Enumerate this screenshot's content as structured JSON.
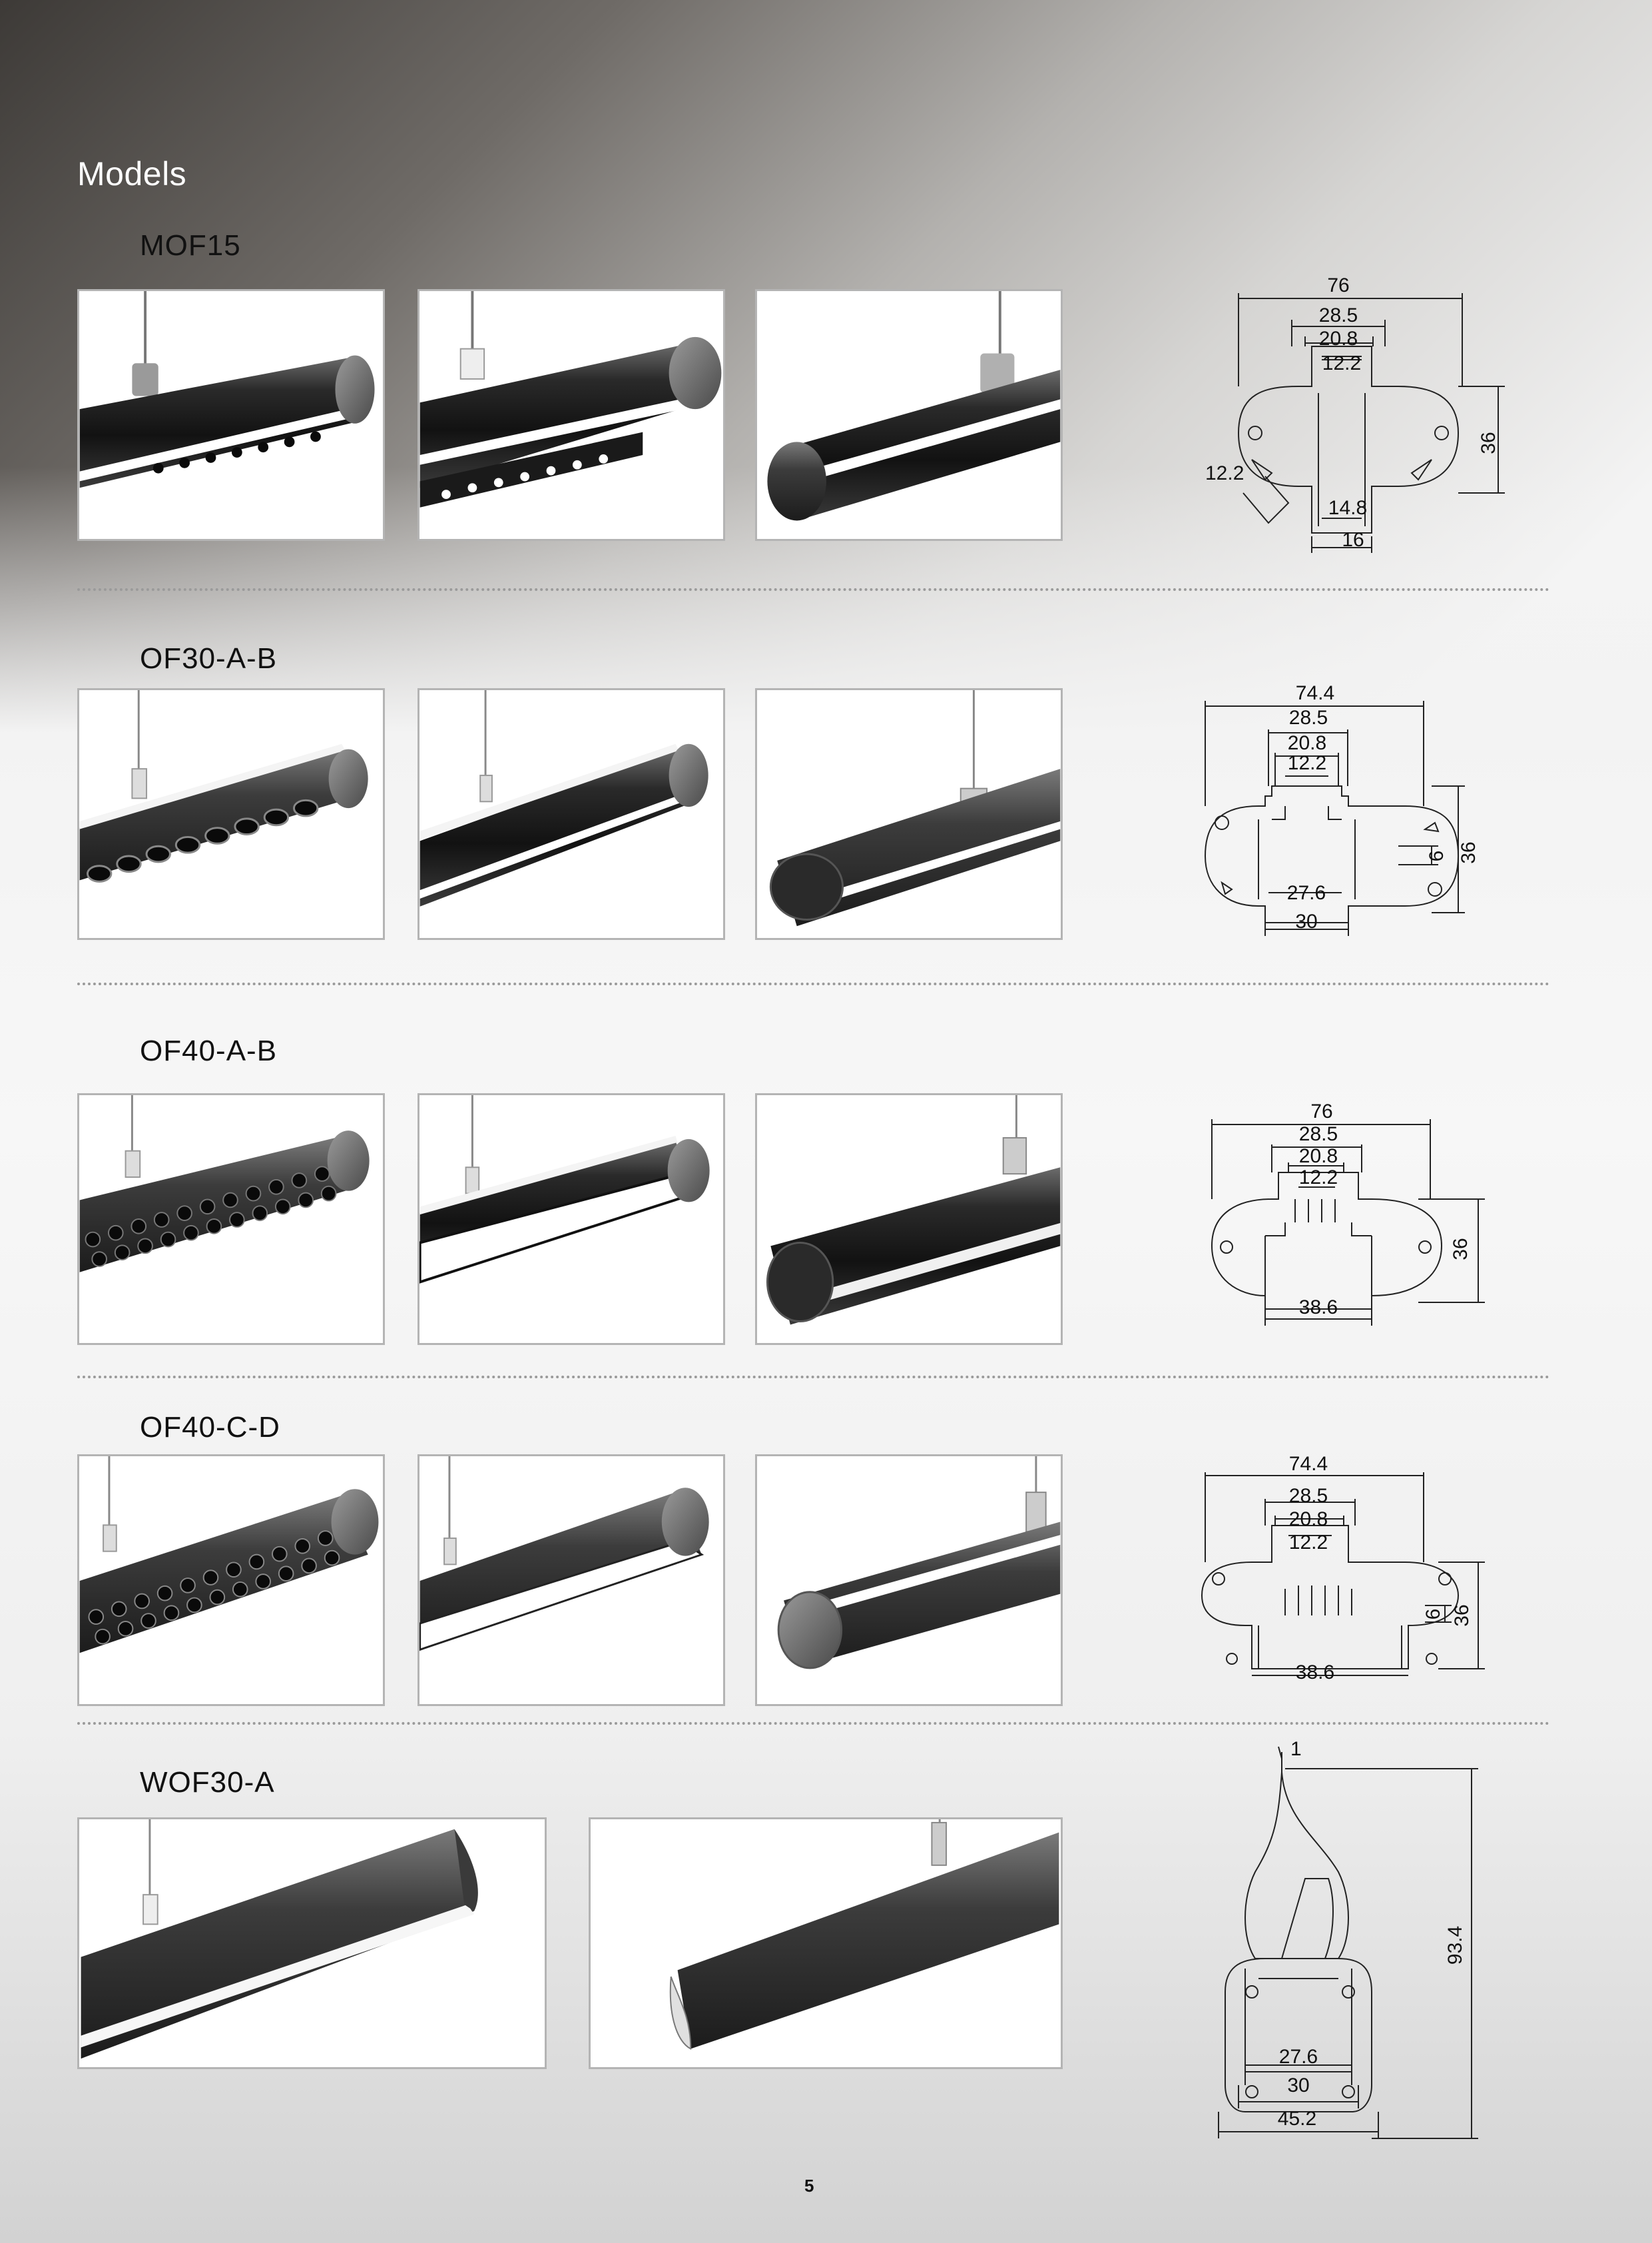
{
  "page": {
    "heading": "Models",
    "page_number": "5"
  },
  "models": [
    {
      "name": "MOF15",
      "images": [
        "mof15-spot-view",
        "mof15-underside-view",
        "mof15-end-view"
      ],
      "dims": {
        "width": "76",
        "d1": "28.5",
        "d2": "20.8",
        "d3": "12.2",
        "height": "36",
        "side": "12.2",
        "bottom_inner": "14.8",
        "bottom": "16"
      }
    },
    {
      "name": "OF30-A-B",
      "images": [
        "of30-spot-view",
        "of30-diffuser-view",
        "of30-end-view"
      ],
      "dims": {
        "width": "74.4",
        "d1": "28.5",
        "d2": "20.8",
        "d3": "12.2",
        "height": "36",
        "small": "6",
        "bottom_inner": "27.6",
        "bottom": "30"
      }
    },
    {
      "name": "OF40-A-B",
      "images": [
        "of40ab-spot-view",
        "of40ab-diffuser-view",
        "of40ab-end-view"
      ],
      "dims": {
        "width": "76",
        "d1": "28.5",
        "d2": "20.8",
        "d3": "12.2",
        "height": "36",
        "bottom": "38.6"
      }
    },
    {
      "name": "OF40-C-D",
      "images": [
        "of40cd-spot-view",
        "of40cd-diffuser-view",
        "of40cd-end-view"
      ],
      "dims": {
        "width": "74.4",
        "d1": "28.5",
        "d2": "20.8",
        "d3": "12.2",
        "height": "36",
        "small": "6",
        "bottom": "38.6"
      }
    },
    {
      "name": "WOF30-A",
      "images": [
        "wof30-front-view",
        "wof30-back-view"
      ],
      "dims": {
        "top": "1",
        "height": "93.4",
        "bottom_inner": "27.6",
        "bottom": "30",
        "width": "45.2"
      }
    }
  ]
}
